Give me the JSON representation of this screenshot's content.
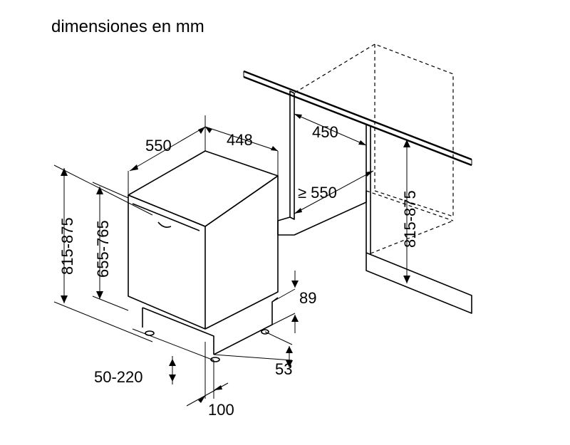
{
  "title": "dimensiones en mm",
  "dimensions": {
    "appliance_depth": "550",
    "appliance_width": "448",
    "niche_width": "450",
    "niche_depth": "≥ 550",
    "niche_height": "815-875",
    "total_height": "815-875",
    "door_height": "655-765",
    "plinth_height": "89",
    "plinth_recess": "53",
    "plinth_offset": "50-220",
    "foot_offset": "100"
  }
}
